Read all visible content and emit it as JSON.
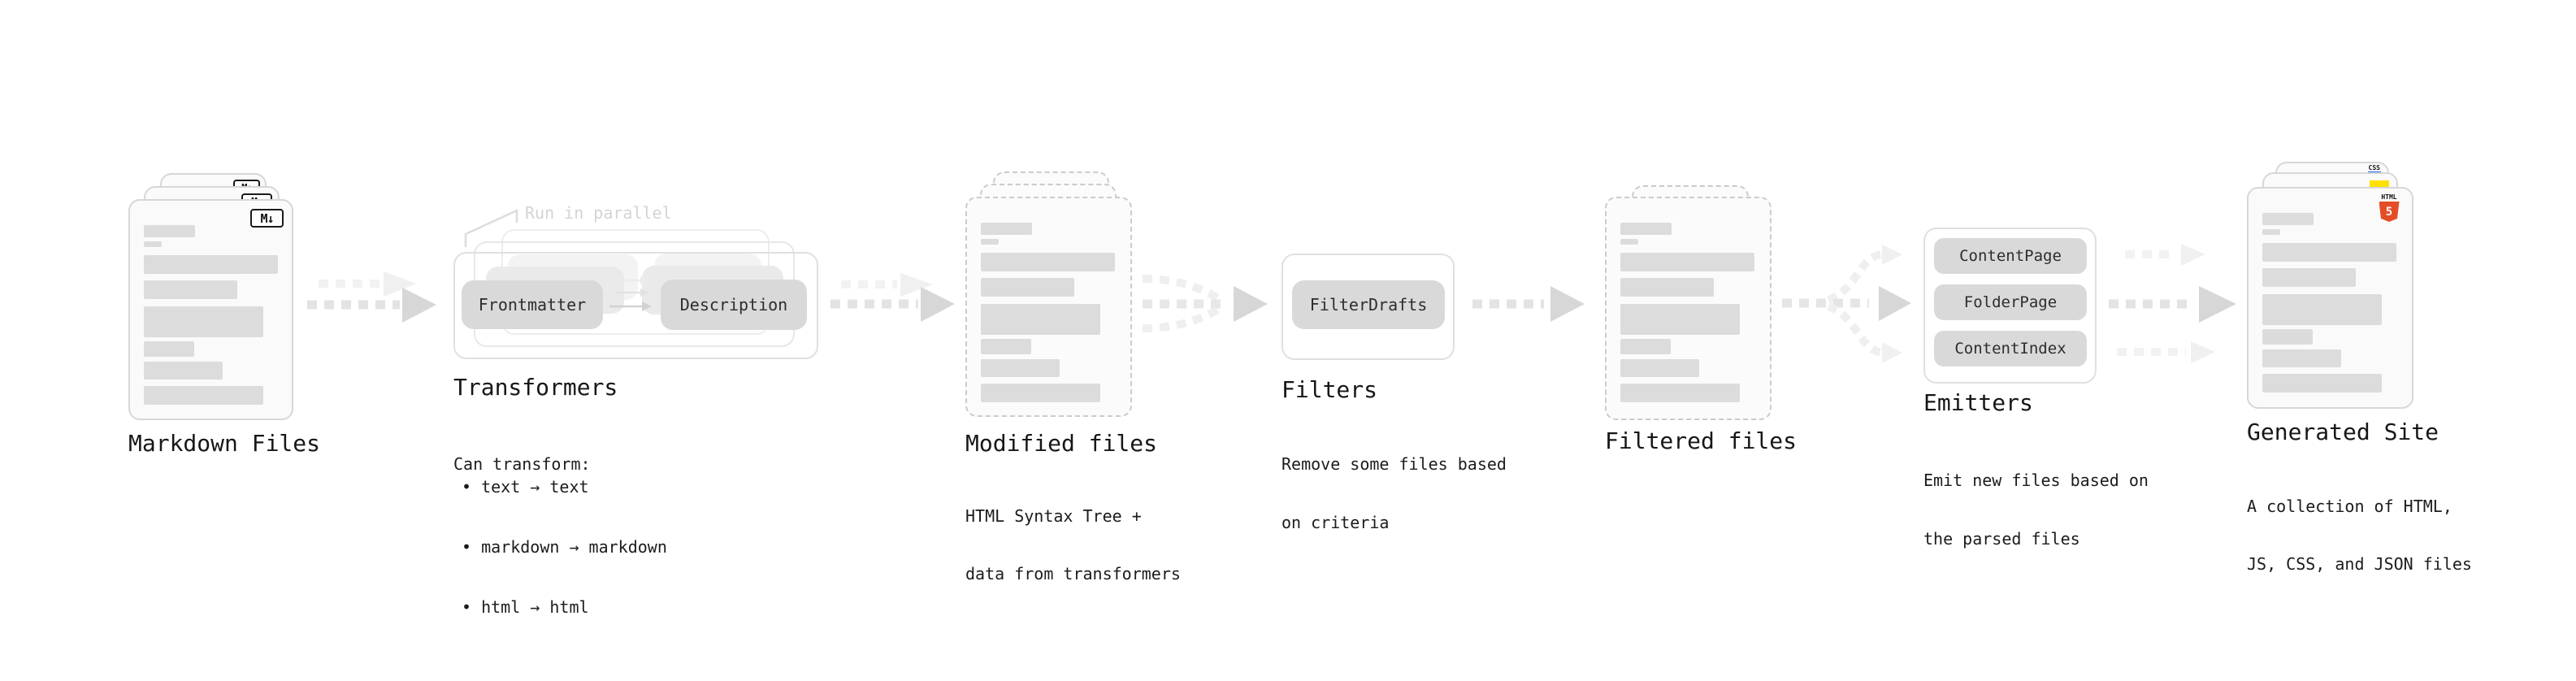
{
  "stages": {
    "markdown": {
      "label": "Markdown Files",
      "badge": "M↓"
    },
    "transformers": {
      "label": "Transformers",
      "annotation": "Run in parallel",
      "pill_left": "Frontmatter",
      "pill_right": "Description",
      "desc_title": "Can transform:",
      "bullets": [
        "• text → text",
        "• markdown → markdown",
        "• html → html"
      ]
    },
    "modified": {
      "label": "Modified files",
      "desc_lines": [
        "HTML Syntax Tree +",
        "data from transformers"
      ]
    },
    "filters": {
      "label": "Filters",
      "pill": "FilterDrafts",
      "desc_lines": [
        "Remove some files based",
        "on criteria"
      ]
    },
    "filtered": {
      "label": "Filtered files"
    },
    "emitters": {
      "label": "Emitters",
      "pills": [
        "ContentPage",
        "FolderPage",
        "ContentIndex"
      ],
      "desc_lines": [
        "Emit new files based on",
        "the parsed files"
      ]
    },
    "generated": {
      "label": "Generated Site",
      "css_badge": "CSS",
      "html_badge_top": "HTML",
      "html_badge_five": "5",
      "desc_lines": [
        "A collection of HTML,",
        "JS, CSS, and JSON files"
      ]
    }
  },
  "colors": {
    "arrow_dash": "#e3e3e3",
    "arrow_head": "#d7d7d7",
    "arrow_light_dash": "#f2f2f2",
    "arrow_light_head": "#f0f0f0",
    "pill_bg": "#d9d9d9",
    "card_bg": "#fafafa",
    "card_border": "#d7d7d7",
    "skeleton_bar": "#dcdcdc",
    "annotation_gray": "#d4d4d4",
    "html5_orange": "#e44d26",
    "js_yellow": "#ffe000",
    "css_blue": "#2d6bf2"
  }
}
